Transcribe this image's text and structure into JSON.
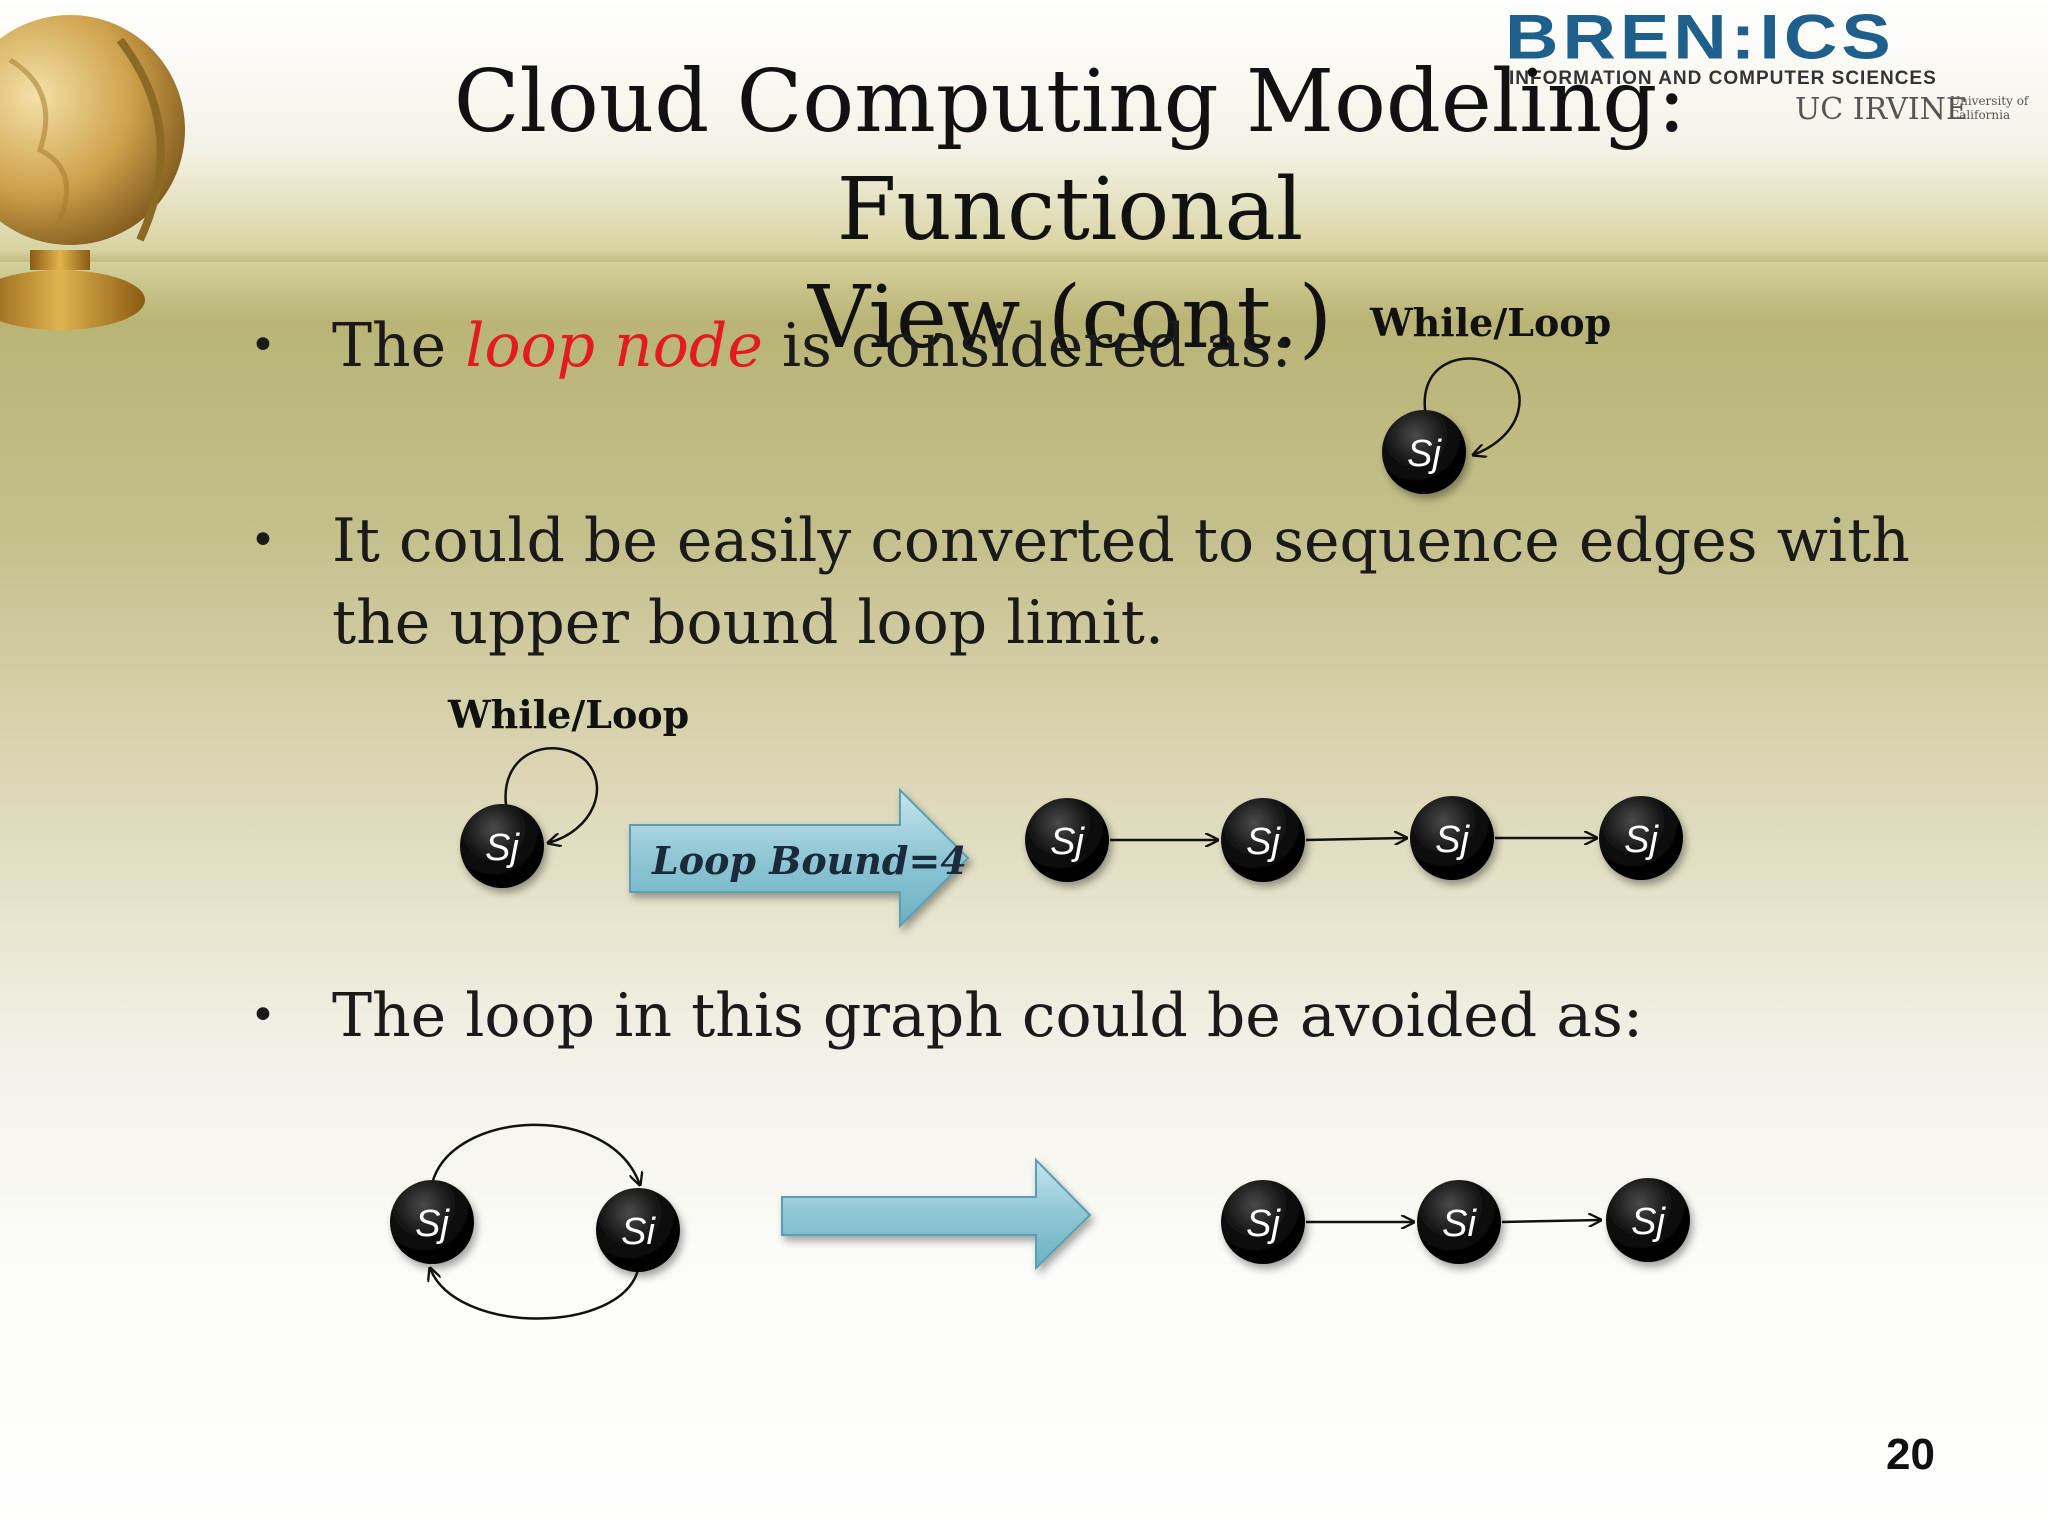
{
  "title_line1": "Cloud Computing Modeling: Functional",
  "title_line2": "View (cont.)",
  "logo": {
    "brand": "BREN:ICS",
    "subtitle": "INFORMATION AND COMPUTER SCIENCES",
    "campus": "UC IRVINE",
    "university": "University of California"
  },
  "bullets": [
    {
      "marker": "•",
      "prefix": "The ",
      "emphasis": "loop node",
      "suffix": " is considered as:"
    },
    {
      "marker": "•",
      "line1": "It could be easily converted to sequence edges with",
      "line2": "the upper bound loop limit."
    },
    {
      "marker": "•",
      "text": "The loop in this graph could be avoided as:"
    }
  ],
  "diagram": {
    "loop_label": "While/Loop",
    "node_sj": "Sj",
    "node_si": "Si",
    "loop_bound": "Loop Bound=4",
    "colors": {
      "emphasis": "#e21c1c",
      "node_fill": "#0b0b0b",
      "arrow_fill": "#8ec6d4",
      "arrow_stroke": "#5a9fb4"
    }
  },
  "page_number": "20"
}
